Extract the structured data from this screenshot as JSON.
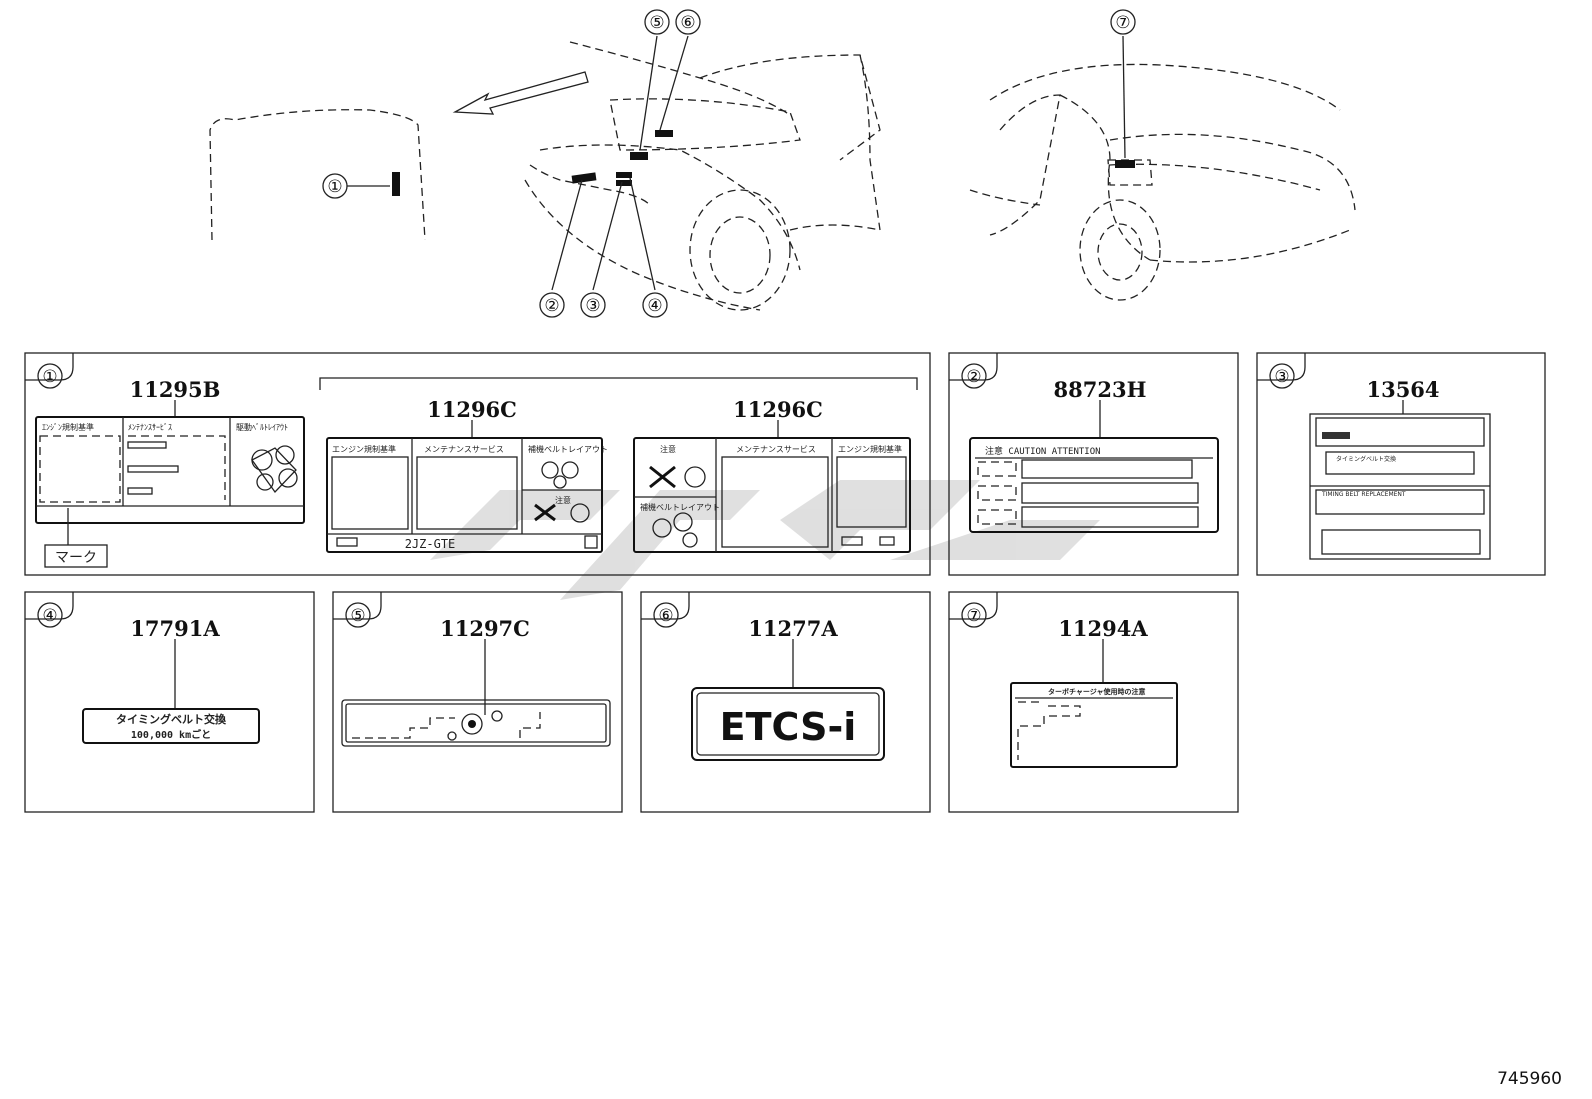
{
  "callouts": [
    "①",
    "②",
    "③",
    "④",
    "⑤",
    "⑥",
    "⑦"
  ],
  "panels": {
    "p1": {
      "label": "①",
      "parts": [
        "11295B",
        "11296C",
        "11296C"
      ],
      "mark_label": "マーク",
      "label_a": {
        "h1": "ｴﾝｼﾞﾝ規制基準",
        "h2": "ﾒﾝﾃﾅﾝｽｻｰﾋﾞｽ",
        "h3": "駆動ﾍﾞﾙﾄﾚｲｱｳﾄ"
      },
      "label_b": {
        "h1": "エンジン規制基準",
        "h2": "メンテナンスサービス",
        "h3": "補機ベルトレイアウト",
        "h4": "注意",
        "engine": "2JZ-GTE"
      },
      "label_c": {
        "h1": "注意",
        "h2": "メンテナンスサービス",
        "h3": "エンジン規制基準",
        "h4": "補機ベルトレイアウト"
      }
    },
    "p2": {
      "label": "②",
      "part": "88723H",
      "caution_text": "注意 CAUTION ATTENTION"
    },
    "p3": {
      "label": "③",
      "part": "13564",
      "belt_text": "タイミングベルト交換",
      "belt_en": "TIMING BELT REPLACEMENT"
    },
    "p4": {
      "label": "④",
      "part": "17791A",
      "line1": "タイミングベルト交換",
      "line2": "100,000 kmごと"
    },
    "p5": {
      "label": "⑤",
      "part": "11297C"
    },
    "p6": {
      "label": "⑥",
      "part": "11277A",
      "badge": "ETCS-i"
    },
    "p7": {
      "label": "⑦",
      "part": "11294A",
      "header": "ターボチャージャ使用時の注意"
    }
  },
  "diagram_ref": "745960"
}
